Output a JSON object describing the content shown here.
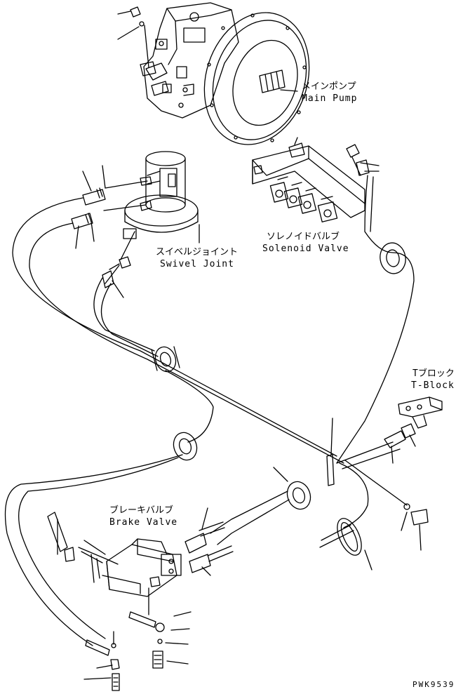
{
  "labels": {
    "main_pump": {
      "jp": "メインポンプ",
      "en": "Main Pump"
    },
    "solenoid_valve": {
      "jp": "ソレノイドバルブ",
      "en": "Solenoid Valve"
    },
    "swivel_joint": {
      "jp": "スイベルジョイント",
      "en": "Swivel Joint"
    },
    "t_block": {
      "jp": "Tブロック",
      "en": "T-Block"
    },
    "brake_valve": {
      "jp": "ブレーキバルブ",
      "en": "Brake Valve"
    }
  },
  "drawing_code": "PWK9539"
}
